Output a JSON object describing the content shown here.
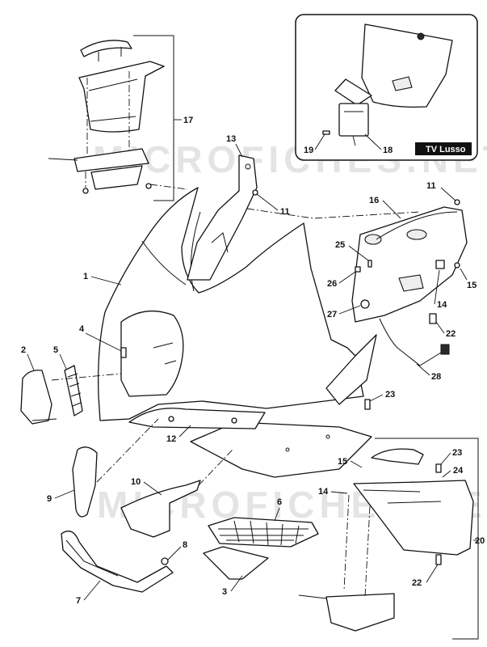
{
  "watermark": "MICROFICHES.NET",
  "inset": {
    "label": "TV Lusso"
  },
  "colors": {
    "line": "#111111",
    "fill": "#ffffff",
    "watermark": "#cfcfcf",
    "label_bg": "#111111"
  },
  "callouts": {
    "c1": "1",
    "c2": "2",
    "c3": "3",
    "c4": "4",
    "c5": "5",
    "c6": "6",
    "c7": "7",
    "c8": "8",
    "c9": "9",
    "c10": "10",
    "c11a": "11",
    "c11b": "11",
    "c12": "12",
    "c13": "13",
    "c14a": "14",
    "c14b": "14",
    "c15a": "15",
    "c15b": "15",
    "c16": "16",
    "c17": "17",
    "c18": "18",
    "c19": "19",
    "c20": "20",
    "c22a": "22",
    "c22b": "22",
    "c23a": "23",
    "c23b": "23",
    "c24": "24",
    "c25": "25",
    "c26": "26",
    "c27": "27",
    "c28": "28"
  }
}
